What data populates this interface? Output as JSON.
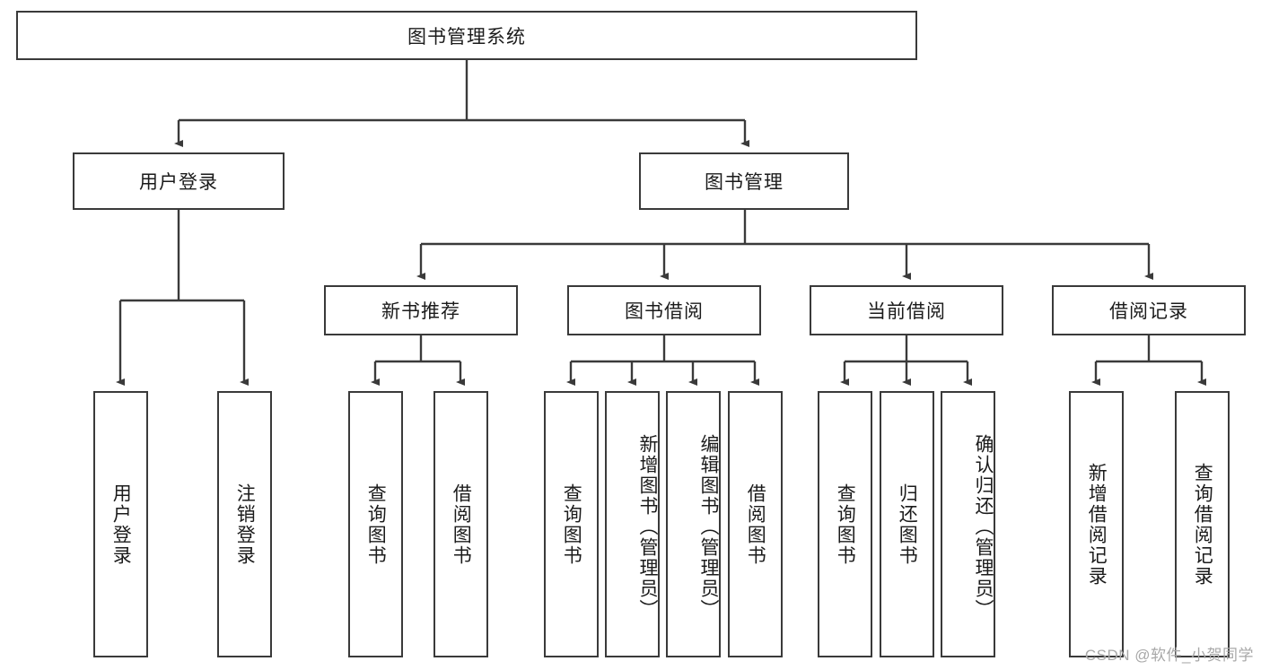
{
  "diagram": {
    "title": "图书管理系统",
    "type": "tree-hierarchy-chart",
    "root": {
      "label": "图书管理系统"
    },
    "level2": [
      {
        "label": "用户登录"
      },
      {
        "label": "图书管理"
      }
    ],
    "level3": [
      {
        "label": "新书推荐"
      },
      {
        "label": "图书借阅"
      },
      {
        "label": "当前借阅"
      },
      {
        "label": "借阅记录"
      }
    ],
    "leaves": [
      {
        "label": "用户登录",
        "parent": "用户登录"
      },
      {
        "label": "注销登录",
        "parent": "用户登录"
      },
      {
        "label": "查询图书",
        "parent": "新书推荐"
      },
      {
        "label": "借阅图书",
        "parent": "新书推荐"
      },
      {
        "label": "查询图书",
        "parent": "图书借阅"
      },
      {
        "label": "新增图书（管理员）",
        "parent": "图书借阅"
      },
      {
        "label": "编辑图书（管理员）",
        "parent": "图书借阅"
      },
      {
        "label": "借阅图书",
        "parent": "图书借阅"
      },
      {
        "label": "查询图书",
        "parent": "当前借阅"
      },
      {
        "label": "归还图书",
        "parent": "当前借阅"
      },
      {
        "label": "确认归还（管理员）",
        "parent": "当前借阅"
      },
      {
        "label": "新增借阅记录",
        "parent": "借阅记录"
      },
      {
        "label": "查询借阅记录",
        "parent": "借阅记录"
      }
    ],
    "colors": {
      "box_border": "#3a3a3a",
      "box_fill": "#ffffff",
      "connector": "#3a3a3a",
      "text": "#1b1b1b",
      "watermark": "#a8a8a8"
    }
  },
  "watermark": {
    "text": "CSDN @软件_小贺同学"
  }
}
